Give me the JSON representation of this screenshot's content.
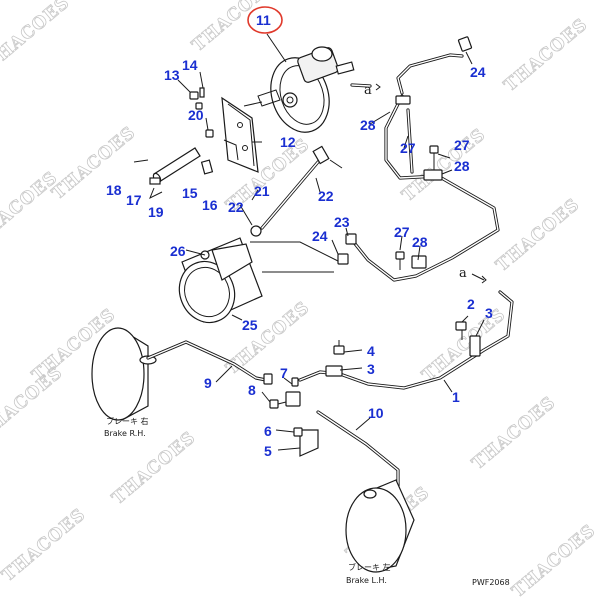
{
  "diagram": {
    "callouts": [
      "11",
      "14",
      "13",
      "20",
      "12",
      "18",
      "17",
      "19",
      "15",
      "16",
      "21",
      "22",
      "22",
      "26",
      "25",
      "24",
      "23",
      "27",
      "28",
      "24",
      "28",
      "27",
      "27",
      "28",
      "2",
      "3",
      "4",
      "3",
      "7",
      "8",
      "9",
      "1",
      "10",
      "6",
      "5"
    ],
    "letter_a": "a",
    "brake_rh_jp": "ブレーキ 右",
    "brake_rh_en": "Brake R.H.",
    "brake_lh_jp": "ブレーキ 左",
    "brake_lh_en": "Brake L.H.",
    "drawing_code": "PWF2068",
    "watermark": "THACOES",
    "colors": {
      "callout": "#1a2fd1",
      "highlight": "#e0392b",
      "line": "#1a1a1a",
      "watermark": "#c8c8c8"
    },
    "highlighted_callout": "11"
  }
}
